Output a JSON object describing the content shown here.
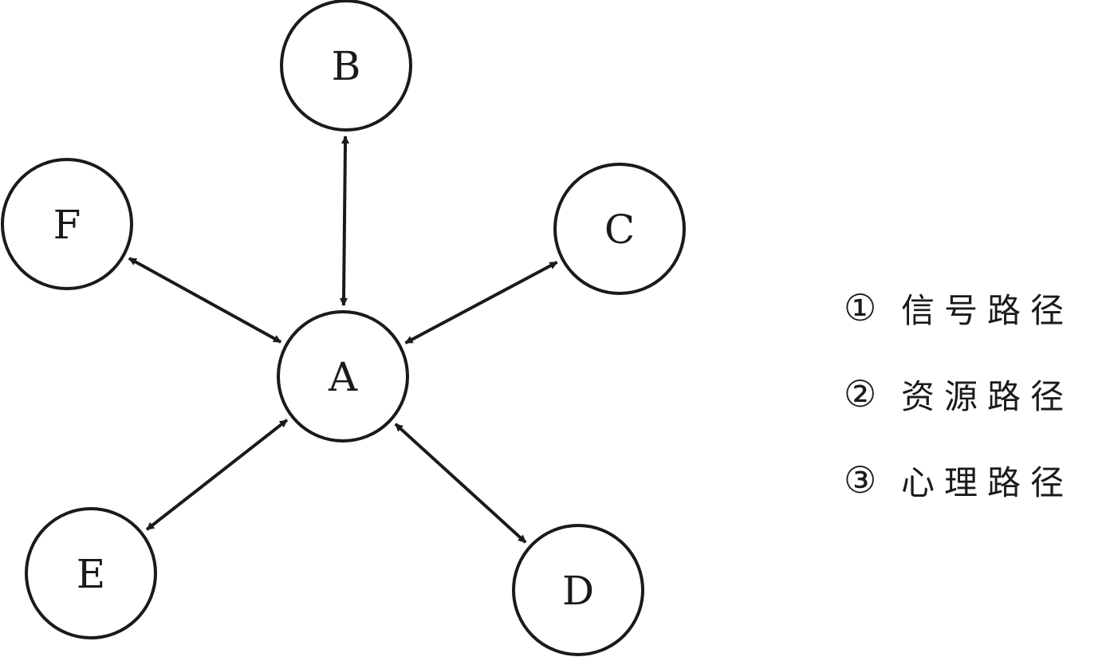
{
  "diagram": {
    "nodes": [
      {
        "id": "A",
        "label": "A"
      },
      {
        "id": "B",
        "label": "B"
      },
      {
        "id": "C",
        "label": "C"
      },
      {
        "id": "D",
        "label": "D"
      },
      {
        "id": "E",
        "label": "E"
      },
      {
        "id": "F",
        "label": "F"
      }
    ],
    "edges": [
      {
        "from": "A",
        "to": "B",
        "direction": "both"
      },
      {
        "from": "A",
        "to": "C",
        "direction": "both"
      },
      {
        "from": "A",
        "to": "D",
        "direction": "both"
      },
      {
        "from": "A",
        "to": "E",
        "direction": "both"
      },
      {
        "from": "A",
        "to": "F",
        "direction": "both"
      }
    ],
    "line_color": "#1a1a1a"
  },
  "legend": {
    "items": [
      {
        "marker": "①",
        "text": "信号路径"
      },
      {
        "marker": "②",
        "text": "资源路径"
      },
      {
        "marker": "③",
        "text": "心理路径"
      }
    ]
  }
}
